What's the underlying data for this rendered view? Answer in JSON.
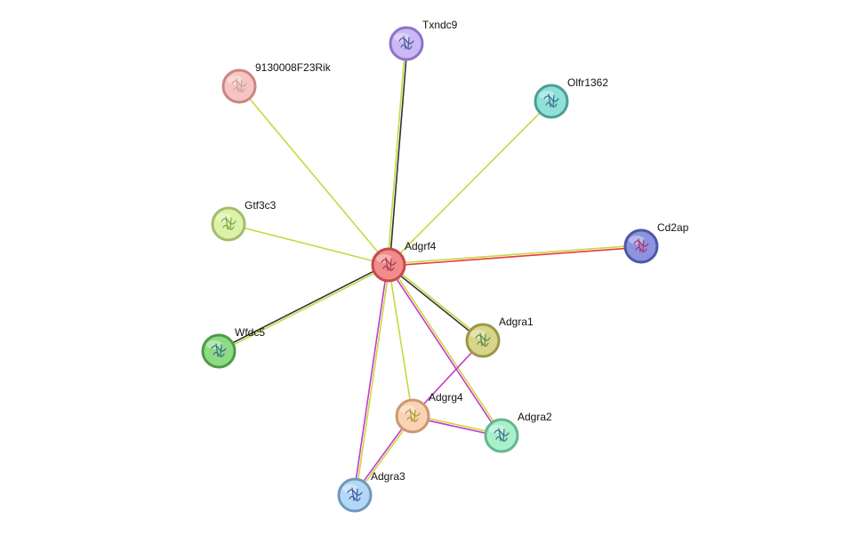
{
  "network": {
    "nodes": [
      {
        "id": "Adgrf4",
        "label": "Adgrf4",
        "fill": "#f28b8b",
        "stroke": "#c74a4a",
        "glyph": "#a33b55"
      },
      {
        "id": "Txndc9",
        "label": "Txndc9",
        "fill": "#cbb8f5",
        "stroke": "#8c74c9",
        "glyph": "#4a5a9a"
      },
      {
        "id": "9130008F23Rik",
        "label": "9130008F23Rik",
        "fill": "#f7c4c4",
        "stroke": "#c98686",
        "glyph": "#c9a2a2"
      },
      {
        "id": "Olfr1362",
        "label": "Olfr1362",
        "fill": "#8ee0d9",
        "stroke": "#4b9e98",
        "glyph": "#3b6e8a"
      },
      {
        "id": "Gtf3c3",
        "label": "Gtf3c3",
        "fill": "#dcf2a8",
        "stroke": "#a3bd6c",
        "glyph": "#7aa84a"
      },
      {
        "id": "Cd2ap",
        "label": "Cd2ap",
        "fill": "#8c94e0",
        "stroke": "#4e56a6",
        "glyph": "#b0306a"
      },
      {
        "id": "Adgra1",
        "label": "Adgra1",
        "fill": "#d7d58a",
        "stroke": "#9a9848",
        "glyph": "#5a8a4a"
      },
      {
        "id": "Wfdc5",
        "label": "Wfdc5",
        "fill": "#8edb86",
        "stroke": "#4f9a48",
        "glyph": "#3b6e8a"
      },
      {
        "id": "Adgrg4",
        "label": "Adgrg4",
        "fill": "#f9d3b3",
        "stroke": "#c99a72",
        "glyph": "#b09a3a"
      },
      {
        "id": "Adgra2",
        "label": "Adgra2",
        "fill": "#a8f0cc",
        "stroke": "#66b58f",
        "glyph": "#3b6e8a"
      },
      {
        "id": "Adgra3",
        "label": "Adgra3",
        "fill": "#b3d8f7",
        "stroke": "#6f98be",
        "glyph": "#3b5a9a"
      }
    ],
    "edges": [
      {
        "source": "Adgrf4",
        "target": "Txndc9",
        "colors": [
          "#c8d840",
          "#333333"
        ]
      },
      {
        "source": "Adgrf4",
        "target": "9130008F23Rik",
        "colors": [
          "#c8d840"
        ]
      },
      {
        "source": "Adgrf4",
        "target": "Olfr1362",
        "colors": [
          "#c8d840"
        ]
      },
      {
        "source": "Adgrf4",
        "target": "Gtf3c3",
        "colors": [
          "#c8d840"
        ]
      },
      {
        "source": "Adgrf4",
        "target": "Cd2ap",
        "colors": [
          "#c8d840",
          "#e83a3a"
        ]
      },
      {
        "source": "Adgrf4",
        "target": "Adgra1",
        "colors": [
          "#c8d840",
          "#333333"
        ]
      },
      {
        "source": "Adgrf4",
        "target": "Wfdc5",
        "colors": [
          "#c8d840",
          "#333333"
        ]
      },
      {
        "source": "Adgrf4",
        "target": "Adgrg4",
        "colors": [
          "#c8d840"
        ]
      },
      {
        "source": "Adgrf4",
        "target": "Adgra2",
        "colors": [
          "#c8d840",
          "#c838c8"
        ]
      },
      {
        "source": "Adgrf4",
        "target": "Adgra3",
        "colors": [
          "#c8d840",
          "#c838c8"
        ]
      },
      {
        "source": "Adgra1",
        "target": "Adgrg4",
        "colors": [
          "#c838c8"
        ]
      },
      {
        "source": "Adgrg4",
        "target": "Adgra2",
        "colors": [
          "#c8d840",
          "#c838c8"
        ]
      },
      {
        "source": "Adgrg4",
        "target": "Adgra3",
        "colors": [
          "#c8d840",
          "#c838c8"
        ]
      }
    ]
  }
}
